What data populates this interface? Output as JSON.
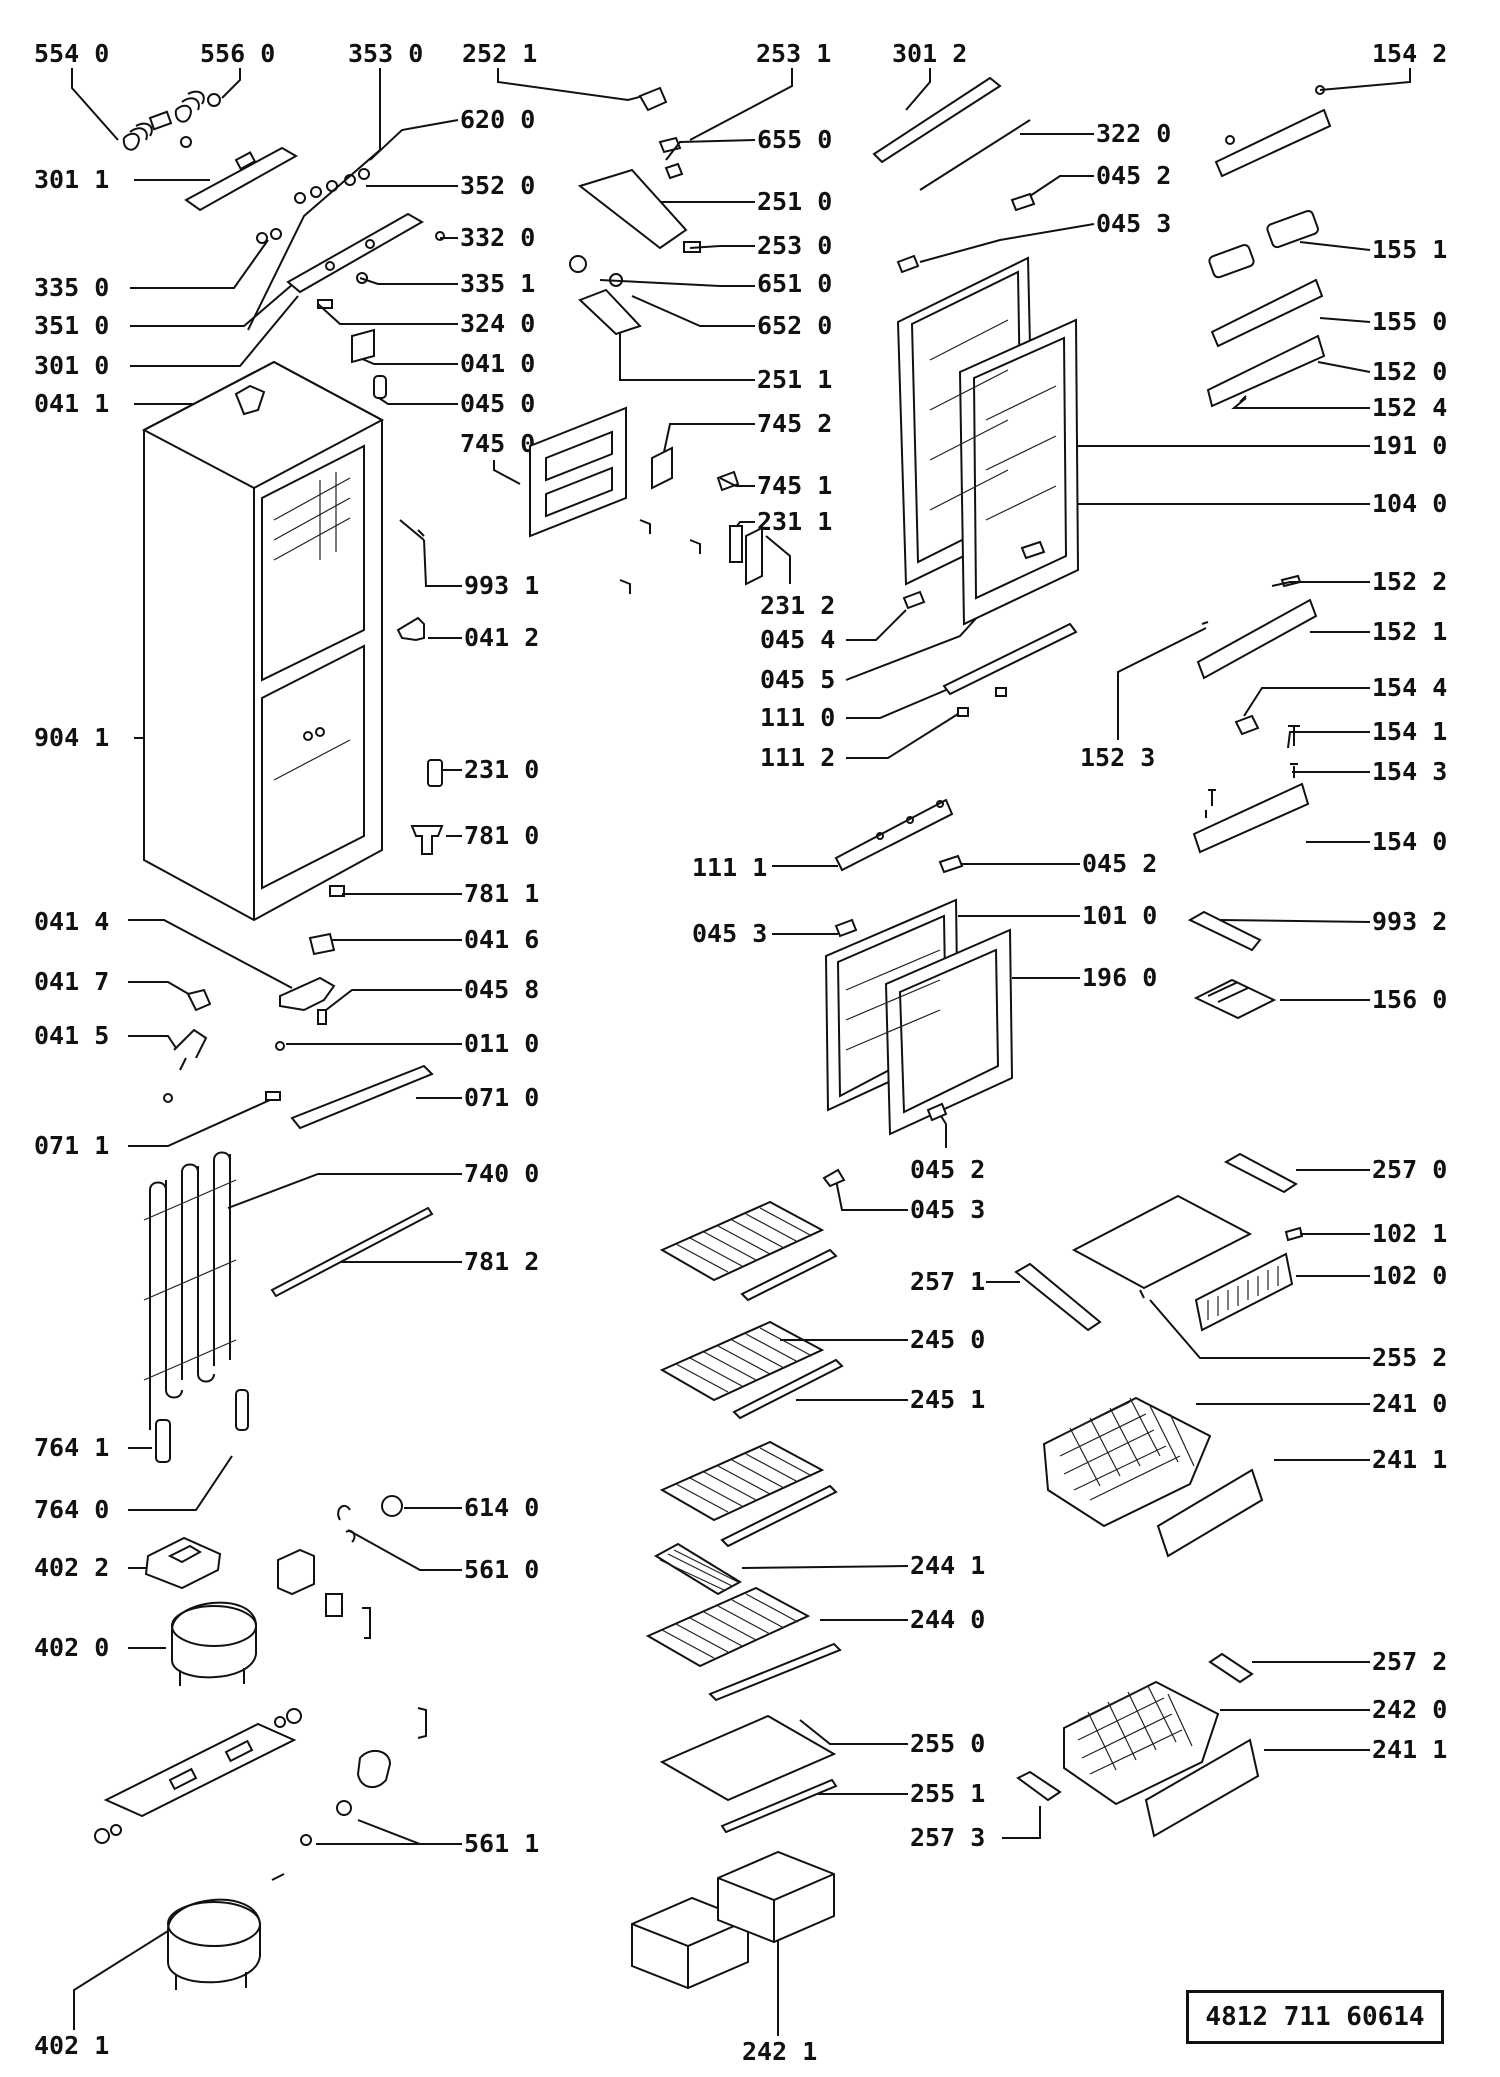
{
  "document_number": "4812 711 60614",
  "labels": {
    "l5540": "554 0",
    "l5560": "556 0",
    "l3530": "353 0",
    "l2521": "252 1",
    "l2531": "253 1",
    "l3012": "301 2",
    "l1542": "154 2",
    "l6200": "620 0",
    "l6550": "655 0",
    "l3220": "322 0",
    "l3011": "301 1",
    "l3520": "352 0",
    "l2510": "251 0",
    "l0452a": "045 2",
    "l0453a": "045 3",
    "l3320": "332 0",
    "l2530": "253 0",
    "l1551": "155 1",
    "l3350": "335 0",
    "l3351": "335 1",
    "l6510": "651 0",
    "l1550": "155 0",
    "l3510": "351 0",
    "l3240": "324 0",
    "l6520": "652 0",
    "l1520": "152 0",
    "l3010": "301 0",
    "l0410": "041 0",
    "l2511": "251 1",
    "l1524": "152 4",
    "l0411": "041 1",
    "l0450": "045 0",
    "l7452": "745 2",
    "l1910": "191 0",
    "l7450": "745 0",
    "l7451": "745 1",
    "l2311": "231 1",
    "l1040": "104 0",
    "l9931": "993 1",
    "l2312": "231 2",
    "l1522": "152 2",
    "l0412": "041 2",
    "l0454": "045 4",
    "l1521": "152 1",
    "l0455": "045 5",
    "l1110": "111 0",
    "l1544": "154 4",
    "l9041": "904 1",
    "l1112": "111 2",
    "l1523": "152 3",
    "l1541": "154 1",
    "l2310": "231 0",
    "l1543": "154 3",
    "l7810": "781 0",
    "l1540": "154 0",
    "l1111": "111 1",
    "l0452b": "045 2",
    "l7811": "781 1",
    "l0414": "041 4",
    "l1010": "101 0",
    "l0453b": "045 3",
    "l9932": "993 2",
    "l0416": "041 6",
    "l0417": "041 7",
    "l0458": "045 8",
    "l1960": "196 0",
    "l1560": "156 0",
    "l0415": "041 5",
    "l0110": "011 0",
    "l0710": "071 0",
    "l0711": "071 1",
    "l0452c": "045 2",
    "l7400": "740 0",
    "l2570": "257 0",
    "l0453c": "045 3",
    "l1021": "102 1",
    "l7812": "781 2",
    "l2571": "257 1",
    "l1020": "102 0",
    "l2450": "245 0",
    "l2552": "255 2",
    "l2451": "245 1",
    "l2410": "241 0",
    "l7641": "764 1",
    "l2411a": "241 1",
    "l7640": "764 0",
    "l6140": "614 0",
    "l4022": "402 2",
    "l5610": "561 0",
    "l2441": "244 1",
    "l4020": "402 0",
    "l2440": "244 0",
    "l2572": "257 2",
    "l2420": "242 0",
    "l2550": "255 0",
    "l2411b": "241 1",
    "l2551": "255 1",
    "l2573": "257 3",
    "l5611": "561 1",
    "l4021": "402 1",
    "l2421": "242 1"
  }
}
